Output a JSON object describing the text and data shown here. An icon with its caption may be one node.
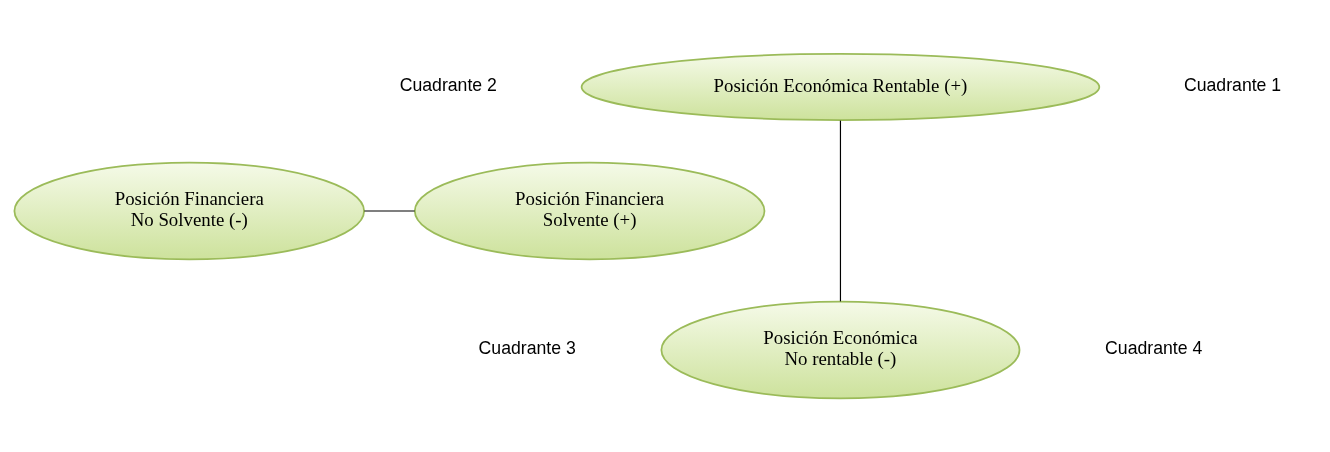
{
  "diagram": {
    "nodes": [
      {
        "text": [
          "Posición Económica Rentable (+)"
        ]
      },
      {
        "text": [
          "Posición Financiera",
          "No Solvente (-)"
        ]
      },
      {
        "text": [
          "Posición Financiera",
          "Solvente (+)"
        ]
      },
      {
        "text": [
          "Posición Económica",
          "No rentable (-)"
        ]
      }
    ],
    "edges": [
      {
        "from": 0,
        "to": 3,
        "arrow": "none"
      },
      {
        "from": 1,
        "to": 2,
        "arrow": "none"
      }
    ],
    "labels": [
      "Cuadrante 2",
      "Cuadrante 1",
      "Cuadrante 3",
      "Cuadrante 4"
    ]
  }
}
